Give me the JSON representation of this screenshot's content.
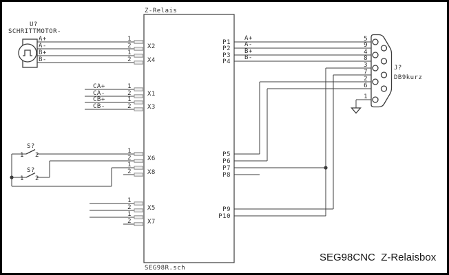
{
  "labels": {
    "sheet_name": "Z-Relais",
    "sheet_file": "SEG98R.sch",
    "caption": "SEG98CNC  Z-Relaisbox"
  },
  "motor": {
    "ref": "U?",
    "value": "SCHRITTMOTOR-",
    "pins": [
      "A+",
      "A-",
      "B+",
      "B-"
    ]
  },
  "net_labels_left": [
    "CA+",
    "CA-",
    "CB+",
    "CB-"
  ],
  "net_labels_right": [
    "A+",
    "A-",
    "B+",
    "B-"
  ],
  "switches": [
    {
      "ref": "S?",
      "pin1": "1",
      "pin2": "2"
    },
    {
      "ref": "S?",
      "pin1": "1",
      "pin2": "2"
    }
  ],
  "sheet_pins": {
    "left": [
      {
        "name": "X2",
        "pin1": "1",
        "pin2": "2"
      },
      {
        "name": "X4",
        "pin1": "1",
        "pin2": "2"
      },
      {
        "name": "X1",
        "pin1": "1",
        "pin2": "2"
      },
      {
        "name": "X3",
        "pin1": "1",
        "pin2": "2"
      },
      {
        "name": "X6",
        "pin1": "1",
        "pin2": "2"
      },
      {
        "name": "X8",
        "pin1": "1",
        "pin2": "2"
      },
      {
        "name": "X5",
        "pin1": "1",
        "pin2": "2"
      },
      {
        "name": "X7",
        "pin1": "1",
        "pin2": "2"
      }
    ],
    "right": [
      "P1",
      "P2",
      "P3",
      "P4",
      "P5",
      "P6",
      "P7",
      "P8",
      "P9",
      "P10"
    ]
  },
  "db9": {
    "ref": "J?",
    "value": "DB9kurz",
    "pin_numbers": [
      "5",
      "9",
      "4",
      "8",
      "3",
      "7",
      "2",
      "6",
      "1"
    ]
  },
  "colors": {
    "wire": "#3c3c3c",
    "border": "#000000",
    "pad_fill": "#ececec",
    "pad_stroke": "#8f8f8f",
    "text": "#2e2e2e"
  }
}
